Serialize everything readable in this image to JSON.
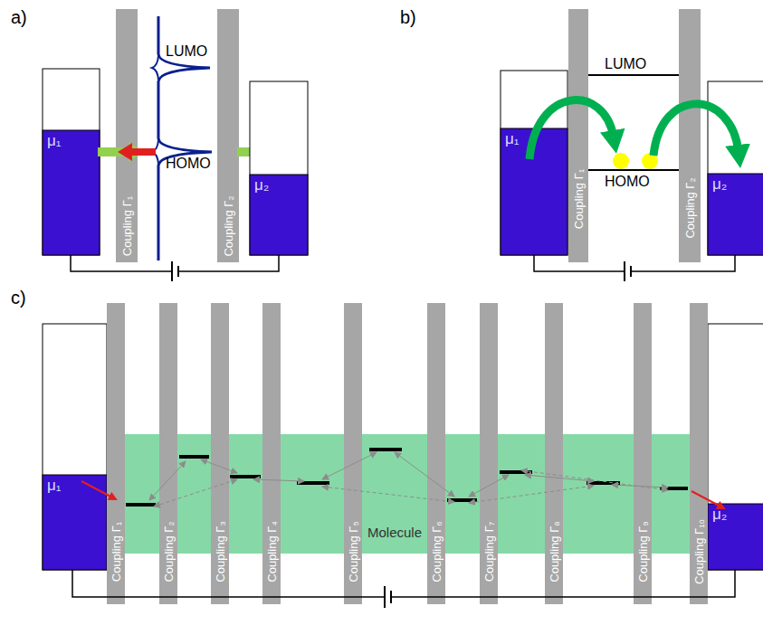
{
  "diagram": {
    "nodes": [
      {
        "text": [
          "μ₁"
        ]
      },
      {
        "text": [
          "Coupling Γ₁"
        ]
      },
      {
        "text": [
          "Coupling Γ₂"
        ]
      },
      {
        "text": [
          "μ₂"
        ]
      },
      {
        "text": [
          "μ₁"
        ]
      },
      {
        "text": [
          "Coupling Γ₁"
        ]
      },
      {
        "text": [
          "Coupling Γ₂"
        ]
      },
      {
        "text": [
          "μ₂"
        ]
      },
      {
        "text": [
          "μ₁"
        ]
      },
      {
        "text": [
          "Molecule"
        ]
      },
      {
        "text": [
          "Coupling Γ₁"
        ]
      },
      {
        "text": [
          "Coupling Γ₂"
        ]
      },
      {
        "text": [
          "Coupling Γ₃"
        ]
      },
      {
        "text": [
          "Coupling Γ₄"
        ]
      },
      {
        "text": [
          "Coupling Γ₅"
        ]
      },
      {
        "text": [
          "Coupling Γ₆"
        ]
      },
      {
        "text": [
          "Coupling Γ₇"
        ]
      },
      {
        "text": [
          "Coupling Γ₈"
        ]
      },
      {
        "text": [
          "Coupling Γ₉"
        ]
      },
      {
        "text": [
          "Coupling Γ₁₀"
        ]
      },
      {
        "text": [
          "μ₂"
        ]
      }
    ],
    "labels": [
      "a)",
      "LUMO",
      "HOMO",
      "b)",
      "LUMO",
      "HOMO",
      "c)"
    ]
  }
}
